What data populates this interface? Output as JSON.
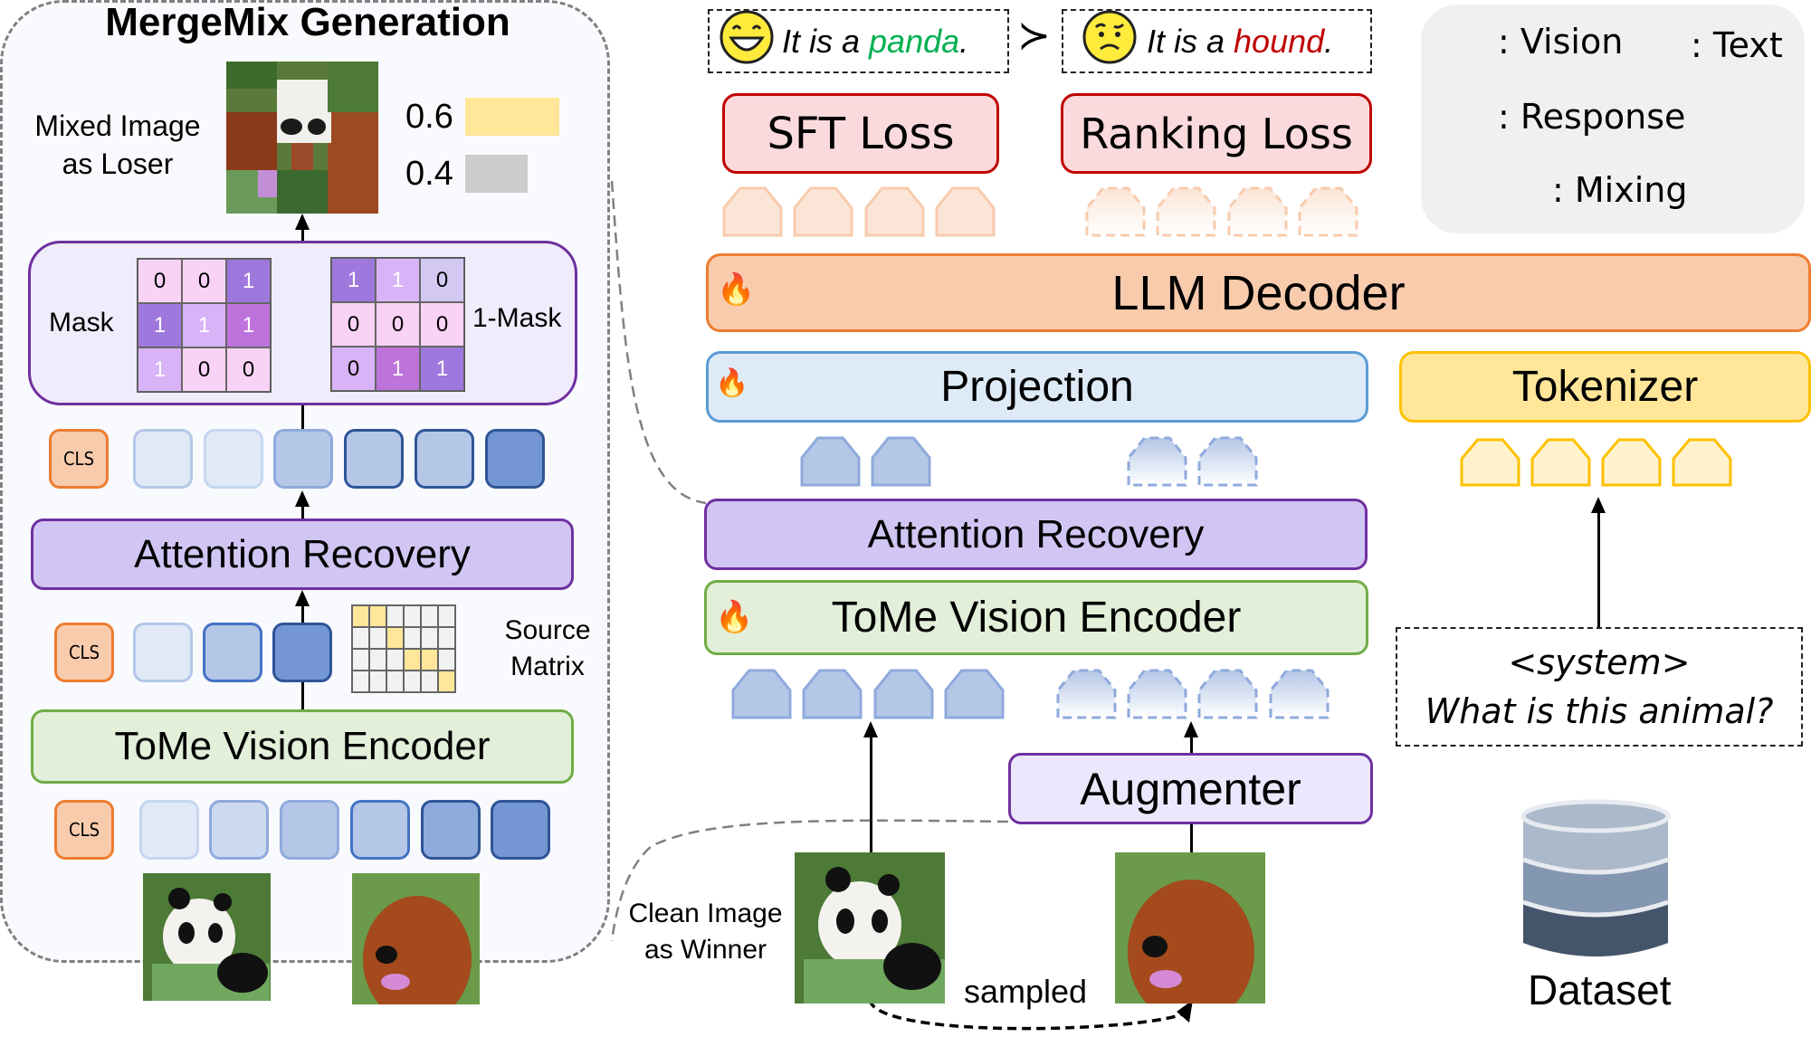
{
  "title": "MergeMix Generation",
  "left_panel": {
    "mixed_image_caption": [
      "Mixed Image",
      "as Loser"
    ],
    "ratios": [
      {
        "value": "0.6",
        "color": "#ffe699"
      },
      {
        "value": "0.4",
        "color": "#cccccc"
      }
    ],
    "mask_label": "Mask",
    "inverse_mask_label": "1-Mask",
    "mask": [
      [
        "0",
        "0",
        "1"
      ],
      [
        "1",
        "1",
        "1"
      ],
      [
        "1",
        "0",
        "0"
      ]
    ],
    "inverse_mask": [
      [
        "1",
        "1",
        "0"
      ],
      [
        "0",
        "0",
        "0"
      ],
      [
        "0",
        "1",
        "1"
      ]
    ],
    "cls_label": "CLS",
    "attention_recovery": "Attention Recovery",
    "source_matrix_label": [
      "Source",
      "Matrix"
    ],
    "source_matrix": [
      [
        1,
        1,
        0,
        0,
        0,
        0
      ],
      [
        0,
        0,
        1,
        0,
        0,
        0
      ],
      [
        0,
        0,
        0,
        1,
        1,
        0
      ],
      [
        0,
        0,
        0,
        0,
        0,
        1
      ]
    ],
    "tome_encoder": "ToMe Vision Encoder",
    "input_images": [
      "panda",
      "dog"
    ]
  },
  "responses": {
    "winner_prefix": "It is a ",
    "winner_word": "panda",
    "winner_suffix": ".",
    "winner_color": "#00b050",
    "loser_prefix": "It is a ",
    "loser_word": "hound",
    "loser_suffix": ".",
    "loser_color": "#c00000",
    "preference_symbol": "≻"
  },
  "losses": {
    "sft": "SFT Loss",
    "ranking": "Ranking Loss"
  },
  "modules": {
    "llm_decoder": "LLM Decoder",
    "projection": "Projection",
    "tokenizer": "Tokenizer",
    "attention_recovery": "Attention Recovery",
    "tome_encoder": "ToMe Vision Encoder",
    "augmenter": "Augmenter"
  },
  "prompt": {
    "line1": "<system>",
    "line2": "What is this animal?"
  },
  "clean_image_caption": [
    "Clean Image",
    "as Winner"
  ],
  "sampled_label": "sampled",
  "dataset_label": "Dataset",
  "legend": {
    "vision": ": Vision",
    "text": ": Text",
    "response": ": Response",
    "mixing": ": Mixing"
  }
}
